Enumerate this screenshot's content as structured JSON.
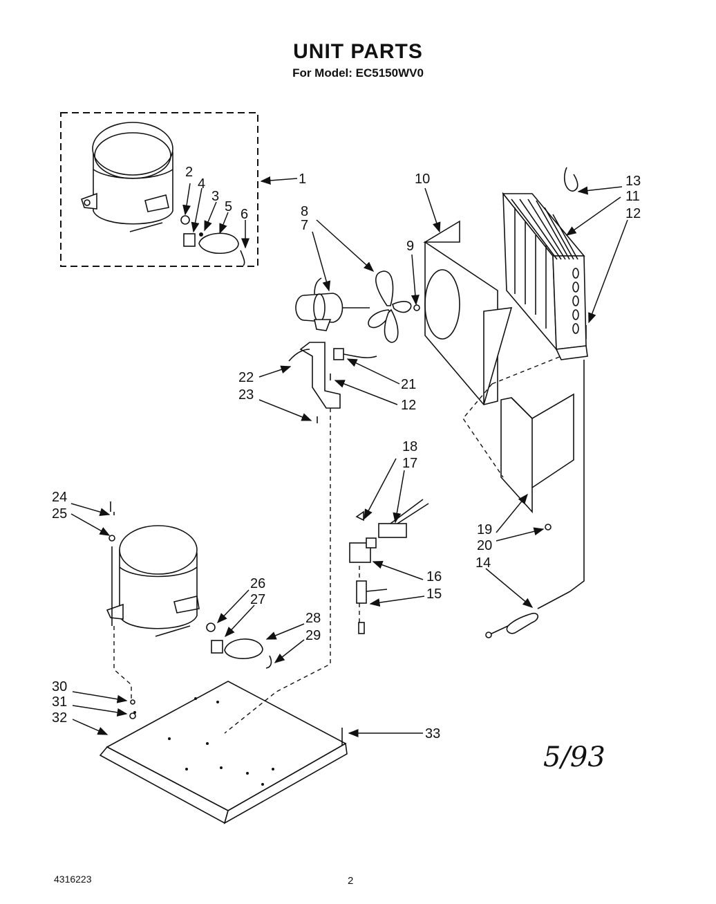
{
  "header": {
    "title": "UNIT PARTS",
    "subtitle": "For Model: EC5150WV0"
  },
  "callouts": [
    "1",
    "2",
    "3",
    "4",
    "5",
    "6",
    "7",
    "8",
    "9",
    "10",
    "11",
    "12",
    "12",
    "13",
    "14",
    "15",
    "16",
    "17",
    "18",
    "19",
    "20",
    "21",
    "22",
    "23",
    "24",
    "25",
    "26",
    "27",
    "28",
    "29",
    "30",
    "31",
    "32",
    "33"
  ],
  "footer": {
    "doc_number": "4316223",
    "page_number": "2",
    "handwritten_date": "5/93"
  }
}
